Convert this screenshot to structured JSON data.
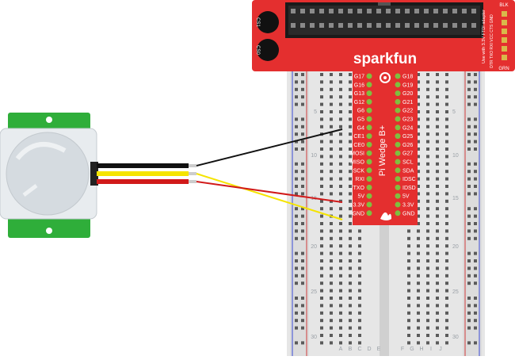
{
  "wedge": {
    "brand": "sparkfun",
    "board_name": "Pi Wedge B+",
    "ftdi_note": "Use with 3.3V FTDI adapter",
    "ftdi_pins": "DTR TXO RXI VCC CTS GND",
    "blk_label": "BLK",
    "grn_label": "GRN",
    "cs1_label": "CS1",
    "cs0_label": "CS0",
    "left_pins": [
      "G17",
      "G16",
      "G13",
      "G12",
      "G6",
      "G5",
      "G4",
      "CE1",
      "CE0",
      "MOSI",
      "MISO",
      "SCK",
      "RXI",
      "TXO",
      "5V",
      "3.3V",
      "GND"
    ],
    "right_pins": [
      "G18",
      "G19",
      "G20",
      "G21",
      "G22",
      "G23",
      "G24",
      "G25",
      "G26",
      "G27",
      "SCL",
      "SDA",
      "IDSC",
      "IDSD",
      "5V",
      "3.3V",
      "GND"
    ],
    "color": "#e42f2f"
  },
  "breadboard": {
    "row_numbers": [
      "5",
      "10",
      "15",
      "20",
      "25",
      "30"
    ],
    "col_letters_left": [
      "A",
      "B",
      "C",
      "D",
      "E"
    ],
    "col_letters_right": [
      "F",
      "G",
      "H",
      "I",
      "J"
    ]
  },
  "wires": [
    {
      "color": "#111111",
      "from": "sensor",
      "to": "G4"
    },
    {
      "color": "#f5e400",
      "from": "sensor",
      "to": "GND"
    },
    {
      "color": "#d11a1a",
      "from": "sensor",
      "to": "5V"
    }
  ]
}
